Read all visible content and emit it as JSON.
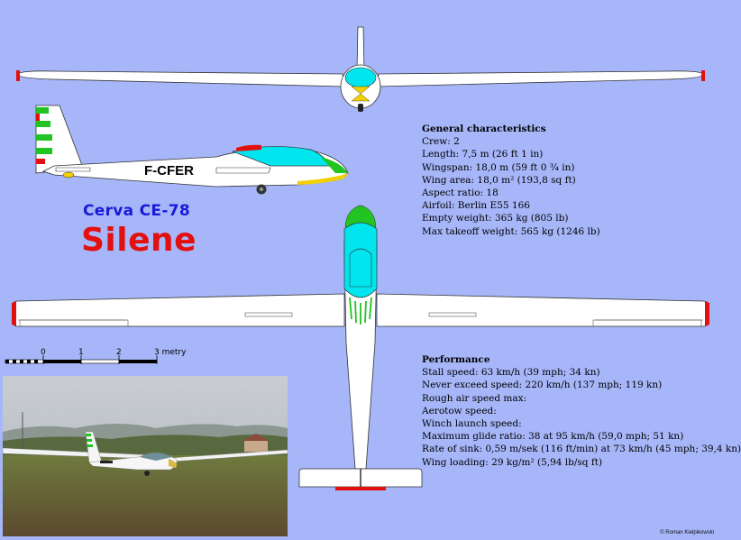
{
  "aircraft": {
    "model": "Cerva CE-78",
    "name": "Silene",
    "registration": "F-CFER"
  },
  "general_characteristics": {
    "heading": "General characteristics",
    "lines": [
      "Crew: 2",
      "Length: 7,5 m (26 ft 1 in)",
      "Wingspan: 18,0 m (59 ft 0  ¾ in)",
      "Wing area: 18,0 m² (193,8 sq ft)",
      "Aspect ratio: 18",
      "Airfoil:   Berlin E55 166",
      "Empty weight: 365 kg (805 lb)",
      "Max takeoff weight: 565 kg (1246 lb)"
    ]
  },
  "performance": {
    "heading": "Performance",
    "lines": [
      "Stall speed: 63 km/h (39 mph; 34 kn)",
      "Never exceed speed: 220 km/h (137 mph; 119 kn)",
      "Rough air speed max:",
      "Aerotow speed:",
      "Winch launch speed:",
      "Maximum glide ratio: 38 at 95 km/h (59,0 mph; 51 kn)",
      "Rate of sink: 0,59 m/sek (116 ft/min) at 73 km/h (45 mph; 39,4 kn)",
      "Wing loading: 29 kg/m² (5,94 lb/sq ft)"
    ]
  },
  "scale_bar": {
    "labels": [
      "0",
      "1",
      "2",
      "3 metry"
    ]
  },
  "copyright": "© Roman Kiełpikowski",
  "colors": {
    "background": "#a6b6f8",
    "canopy": "#00e5ee",
    "accent_green": "#22c322",
    "accent_red": "#e31010",
    "accent_yellow": "#f2d000",
    "title_blue": "#1a1ad6"
  }
}
